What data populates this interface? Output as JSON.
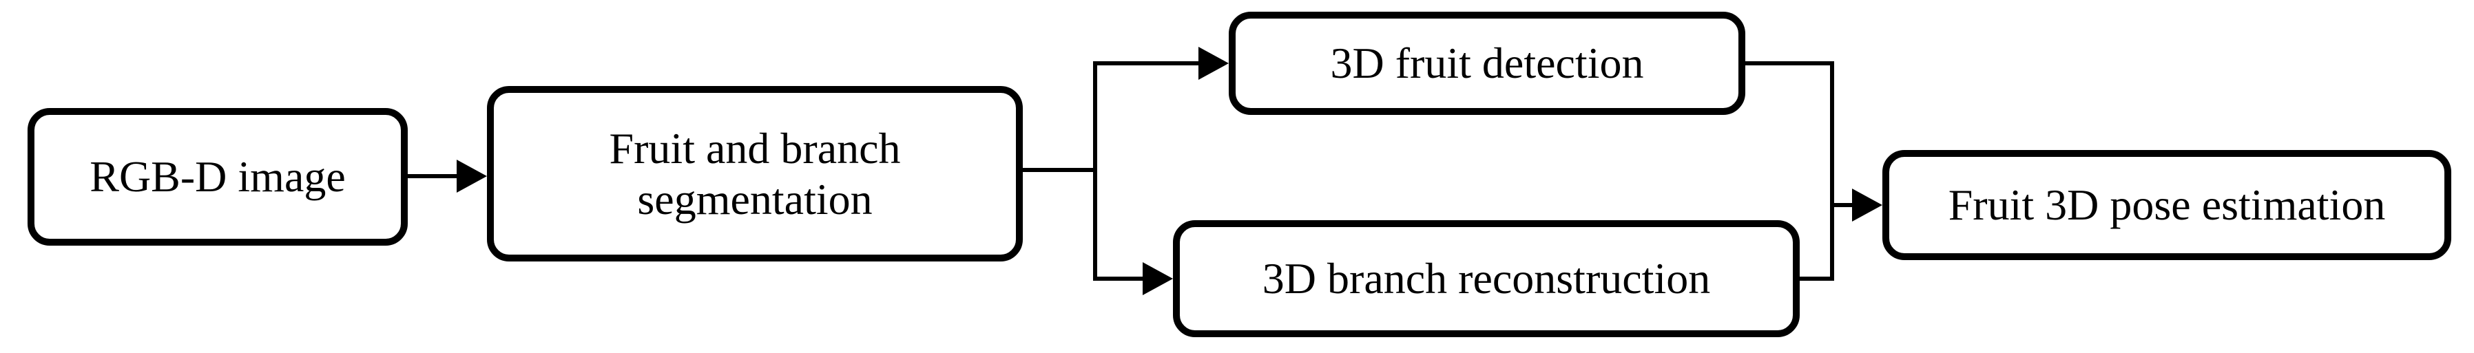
{
  "diagram": {
    "nodes": [
      {
        "id": "rgbd",
        "lines": [
          "RGB-D image"
        ]
      },
      {
        "id": "seg",
        "lines": [
          "Fruit and branch",
          "segmentation"
        ]
      },
      {
        "id": "det",
        "lines": [
          "3D fruit detection"
        ]
      },
      {
        "id": "rec",
        "lines": [
          "3D branch reconstruction"
        ]
      },
      {
        "id": "pose",
        "lines": [
          "Fruit 3D pose estimation"
        ]
      }
    ],
    "edges": [
      {
        "from": "rgbd",
        "to": "seg"
      },
      {
        "from": "seg",
        "to": "det"
      },
      {
        "from": "seg",
        "to": "rec"
      },
      {
        "from": "det",
        "to": "pose"
      },
      {
        "from": "rec",
        "to": "pose"
      }
    ],
    "colors": {
      "stroke": "#000000",
      "fill": "#ffffff"
    }
  }
}
